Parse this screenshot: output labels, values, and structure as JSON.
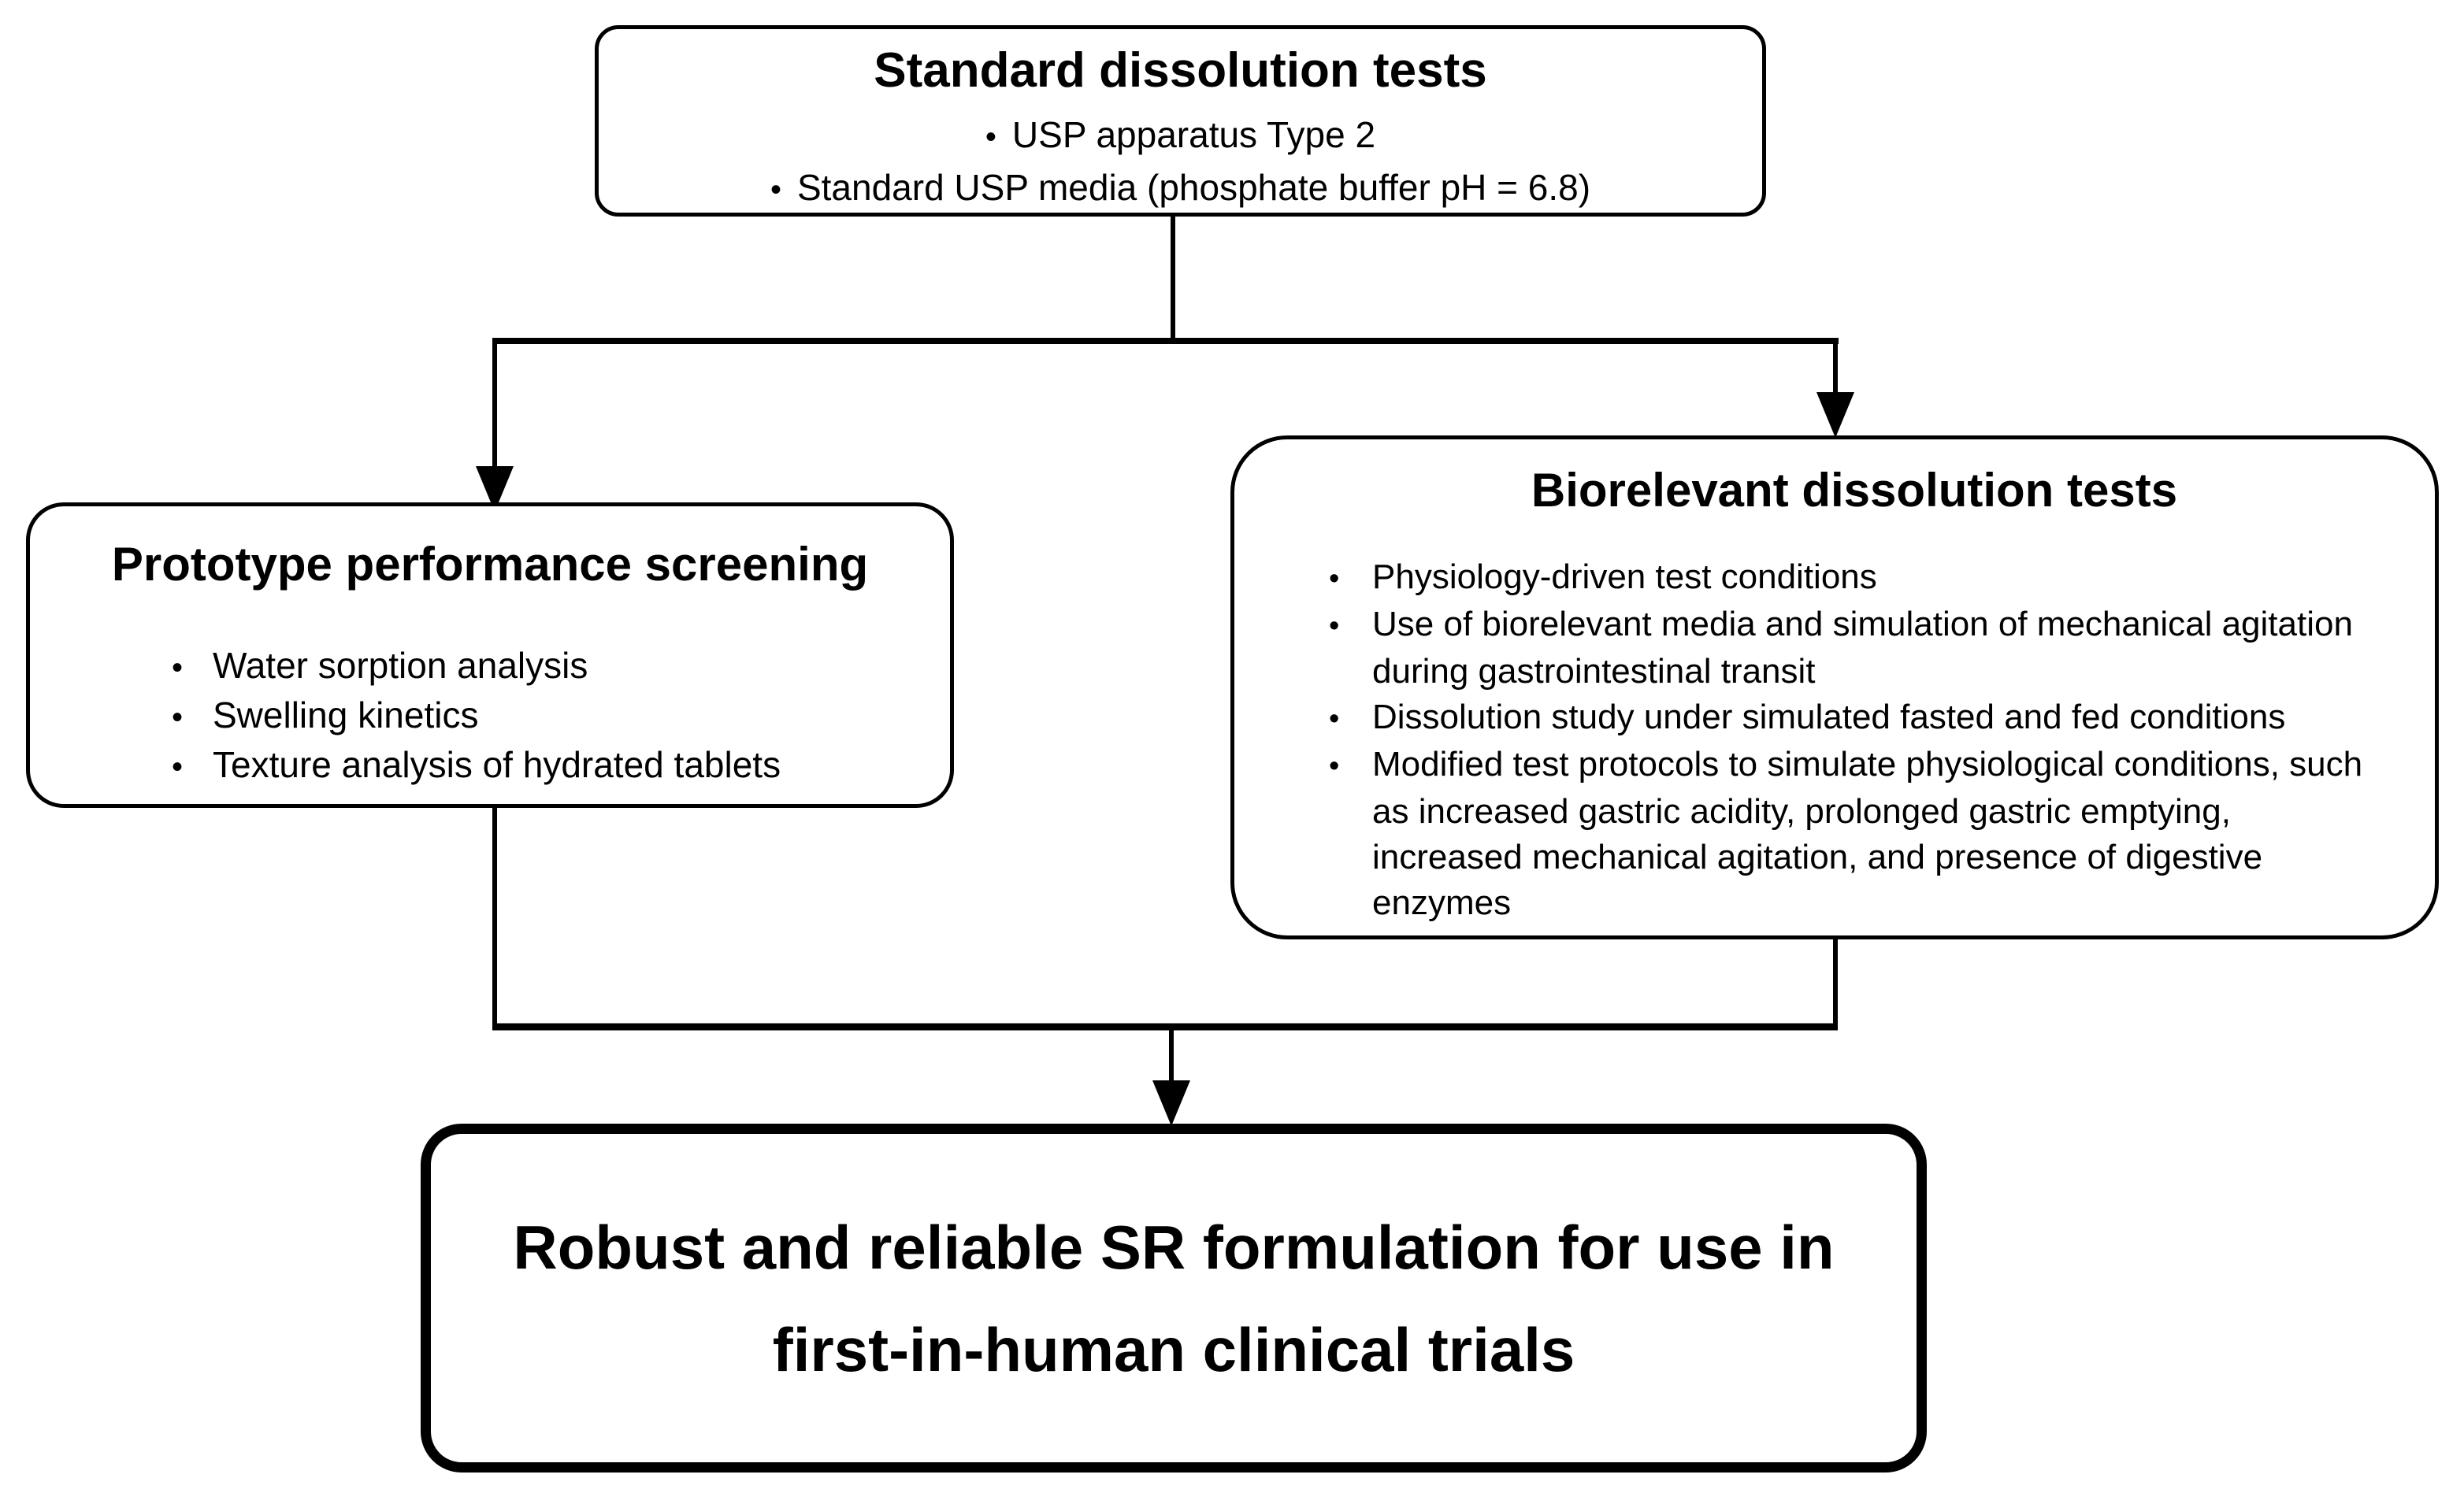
{
  "glyphs": {
    "bullet": "•"
  },
  "diagram": {
    "colors": {
      "background": "#ffffff",
      "line": "#000000",
      "text": "#000000"
    },
    "top_box": {
      "title": "Standard dissolution tests",
      "bullets": [
        "USP apparatus Type 2",
        "Standard USP media (phosphate buffer pH = 6.8)"
      ]
    },
    "left_box": {
      "title": "Prototype performance screening",
      "bullets": [
        "Water sorption analysis",
        "Swelling kinetics",
        "Texture analysis of hydrated tablets"
      ]
    },
    "right_box": {
      "title": "Biorelevant dissolution tests",
      "bullets": [
        "Physiology-driven test conditions",
        "Use of biorelevant media and simulation of mechanical agitation during gastrointestinal transit",
        "Dissolution study under simulated fasted and fed conditions",
        "Modified test protocols to simulate physiological conditions, such as increased gastric acidity, prolonged gastric emptying, increased mechanical agitation, and presence of digestive enzymes"
      ]
    },
    "bottom_box": {
      "title": "Robust and reliable SR formulation for use in first-in-human clinical trials"
    }
  }
}
